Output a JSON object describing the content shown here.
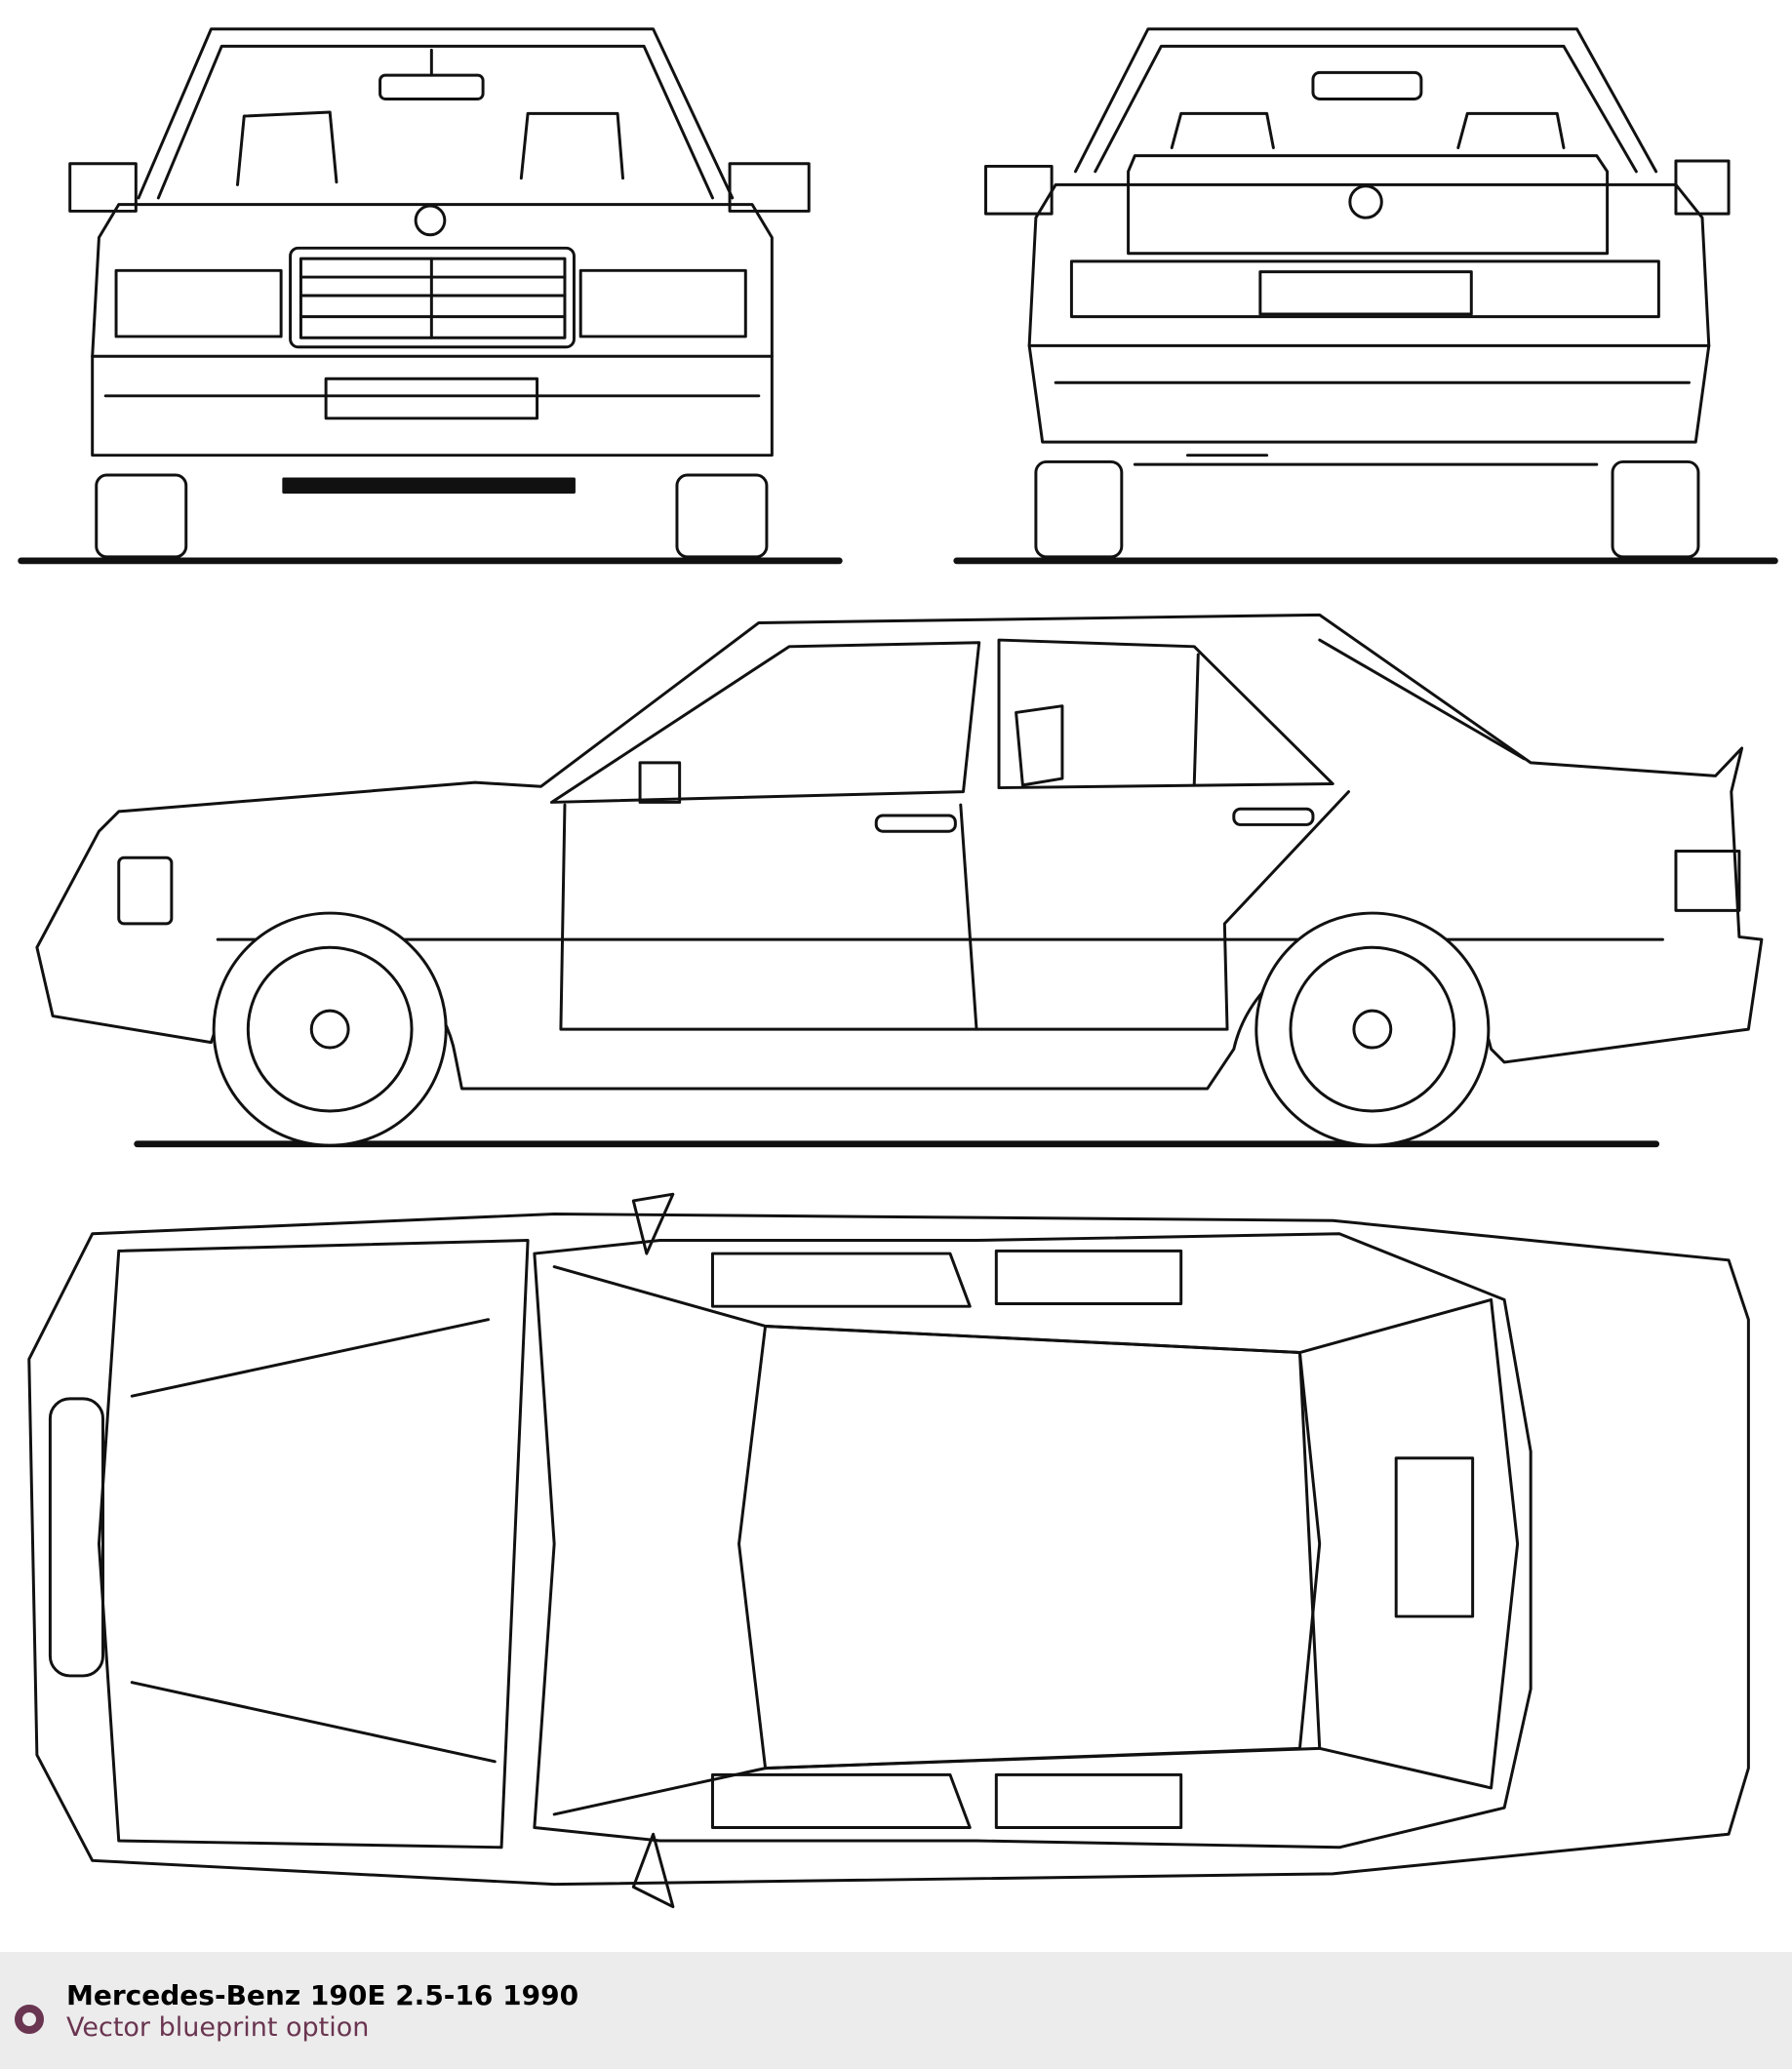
{
  "blueprint": {
    "views": [
      "front",
      "rear",
      "side",
      "top"
    ],
    "line_color": "#111111"
  },
  "footer": {
    "title": "Mercedes-Benz 190E 2.5-16 1990",
    "subtitle": "Vector blueprint option",
    "icon": "ring-icon",
    "accent_color": "#6a3550",
    "background": "#ececec"
  }
}
